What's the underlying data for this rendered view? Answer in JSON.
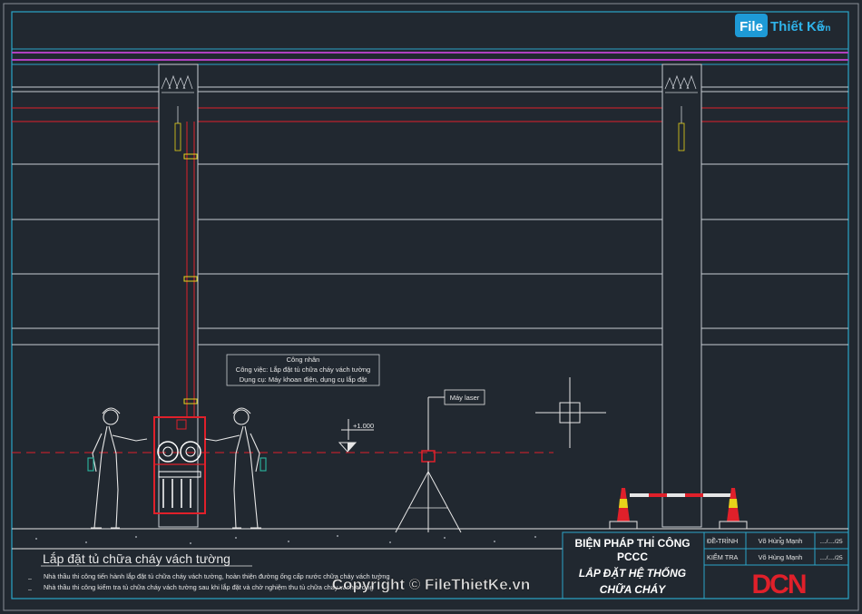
{
  "watermark": {
    "logo_part1": "File",
    "logo_part2": "Thiết Kế",
    "logo_domain": ".vn",
    "copyright": "Copyright © FileThietKe.vn"
  },
  "callouts": {
    "worker_title": "Công nhân",
    "worker_job": "Công việc: Lắp đặt tủ chữa cháy vách tường",
    "worker_tools": "Dụng cụ: Máy khoan điện, dụng cụ lắp đặt",
    "laser_label": "Máy laser",
    "elevation": "+1.000"
  },
  "notes": {
    "heading": "Lắp đặt tủ chữa cháy vách tường",
    "lines": [
      "Nhà thầu thi công tiến hành lắp đặt tủ chữa cháy vách tường, hoàn thiện đường ống cấp nước chữa cháy vách tường",
      "Nhà thầu thi công kiểm tra tủ chữa cháy vách tường sau khi lắp đặt và chờ nghiệm thu tủ chữa cháy vách tường"
    ]
  },
  "title_block": {
    "line1": "BIỆN PHÁP THI CÔNG",
    "line2": "PCCC",
    "line3": "LẮP ĐẶT HỆ THỐNG",
    "line4": "CHỮA CHÁY",
    "rows": [
      {
        "role": "ĐỀ TRÌNH",
        "name": "Võ Hùng Mạnh",
        "date": "..../..../25"
      },
      {
        "role": "KIỂM TRA",
        "name": "Võ Hùng Mạnh",
        "date": "..../..../25"
      }
    ],
    "company_logo": "DCN"
  },
  "colors": {
    "background": "#212830",
    "frame": "#2aa5c8",
    "magenta": "#b040c0",
    "red": "#e0202a",
    "line_white": "#c8ccd2",
    "yellow": "#e8d21a"
  }
}
